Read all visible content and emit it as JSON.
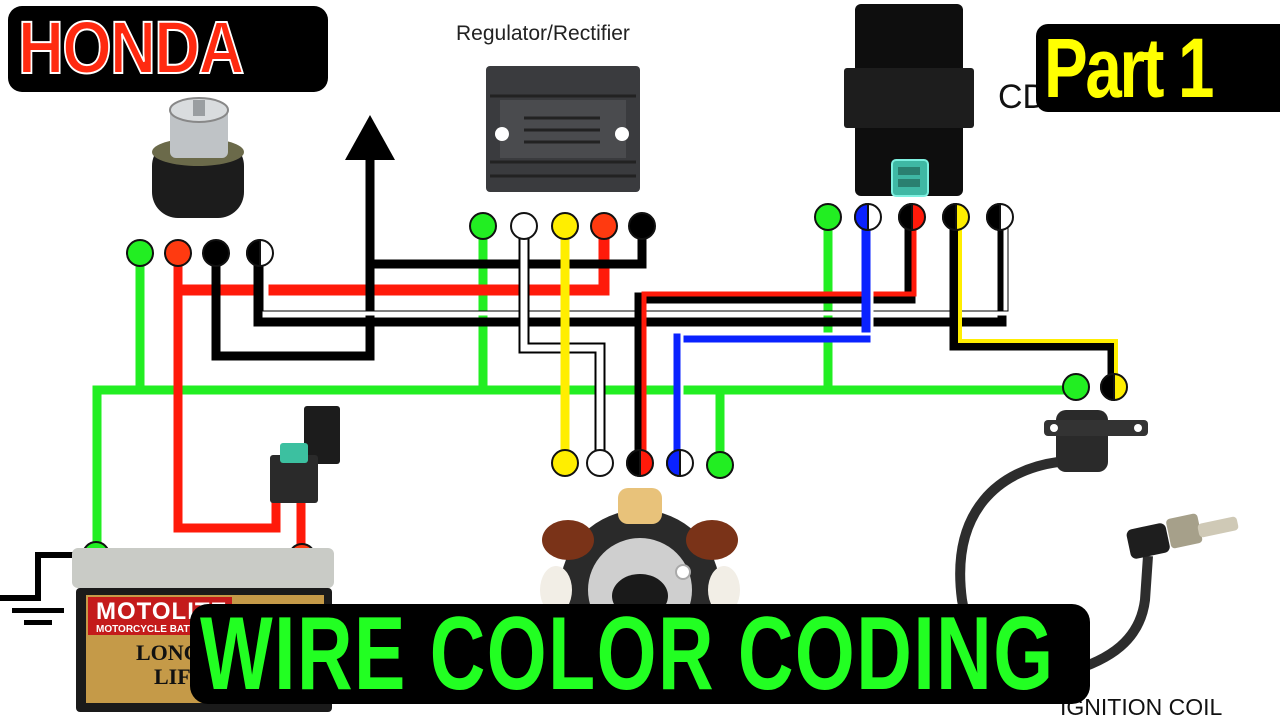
{
  "titles": {
    "brand": "HONDA",
    "part": "Part 1",
    "main": "WIRE COLOR CODING"
  },
  "labels": {
    "regulator": "Regulator/Rectifier",
    "cdi_partial": "CD",
    "ignition_coil_partial": "IGNITION COIL",
    "battery_brand": "MOTOLITE",
    "battery_sub": "MOTORCYCLE BATTERY",
    "battery_slogan_1": "LONG",
    "battery_slogan_2": "LIFE"
  },
  "colors": {
    "green": "#22ee22",
    "red": "#ff1a0a",
    "black": "#000000",
    "white": "#ffffff",
    "yellow": "#ffee00",
    "blue": "#0a22ff",
    "honda_red": "#ff2a10",
    "part_yellow": "#ffff00",
    "title_green": "#22ff22"
  },
  "components": {
    "ignition_switch": {
      "terminals": [
        {
          "color": "green"
        },
        {
          "color": "red"
        },
        {
          "color": "black"
        },
        {
          "color": "black/white"
        }
      ]
    },
    "regulator_rectifier": {
      "terminals": [
        {
          "color": "green"
        },
        {
          "color": "white"
        },
        {
          "color": "yellow"
        },
        {
          "color": "red"
        },
        {
          "color": "black"
        }
      ]
    },
    "cdi": {
      "terminals": [
        {
          "color": "green"
        },
        {
          "color": "blue/white"
        },
        {
          "color": "black/red"
        },
        {
          "color": "black/yellow"
        },
        {
          "color": "black/white"
        }
      ]
    },
    "stator": {
      "terminals": [
        {
          "color": "yellow"
        },
        {
          "color": "white"
        },
        {
          "color": "black/red"
        },
        {
          "color": "blue/white"
        },
        {
          "color": "green"
        }
      ]
    },
    "ignition_coil": {
      "terminals": [
        {
          "color": "green"
        },
        {
          "color": "black/yellow"
        }
      ]
    },
    "battery": {
      "terminals": [
        {
          "color": "green",
          "role": "negative"
        },
        {
          "color": "red",
          "role": "positive"
        }
      ]
    },
    "fuse": {
      "type": "inline blade fuse"
    },
    "ground": {
      "symbol": "earth-ground"
    }
  }
}
